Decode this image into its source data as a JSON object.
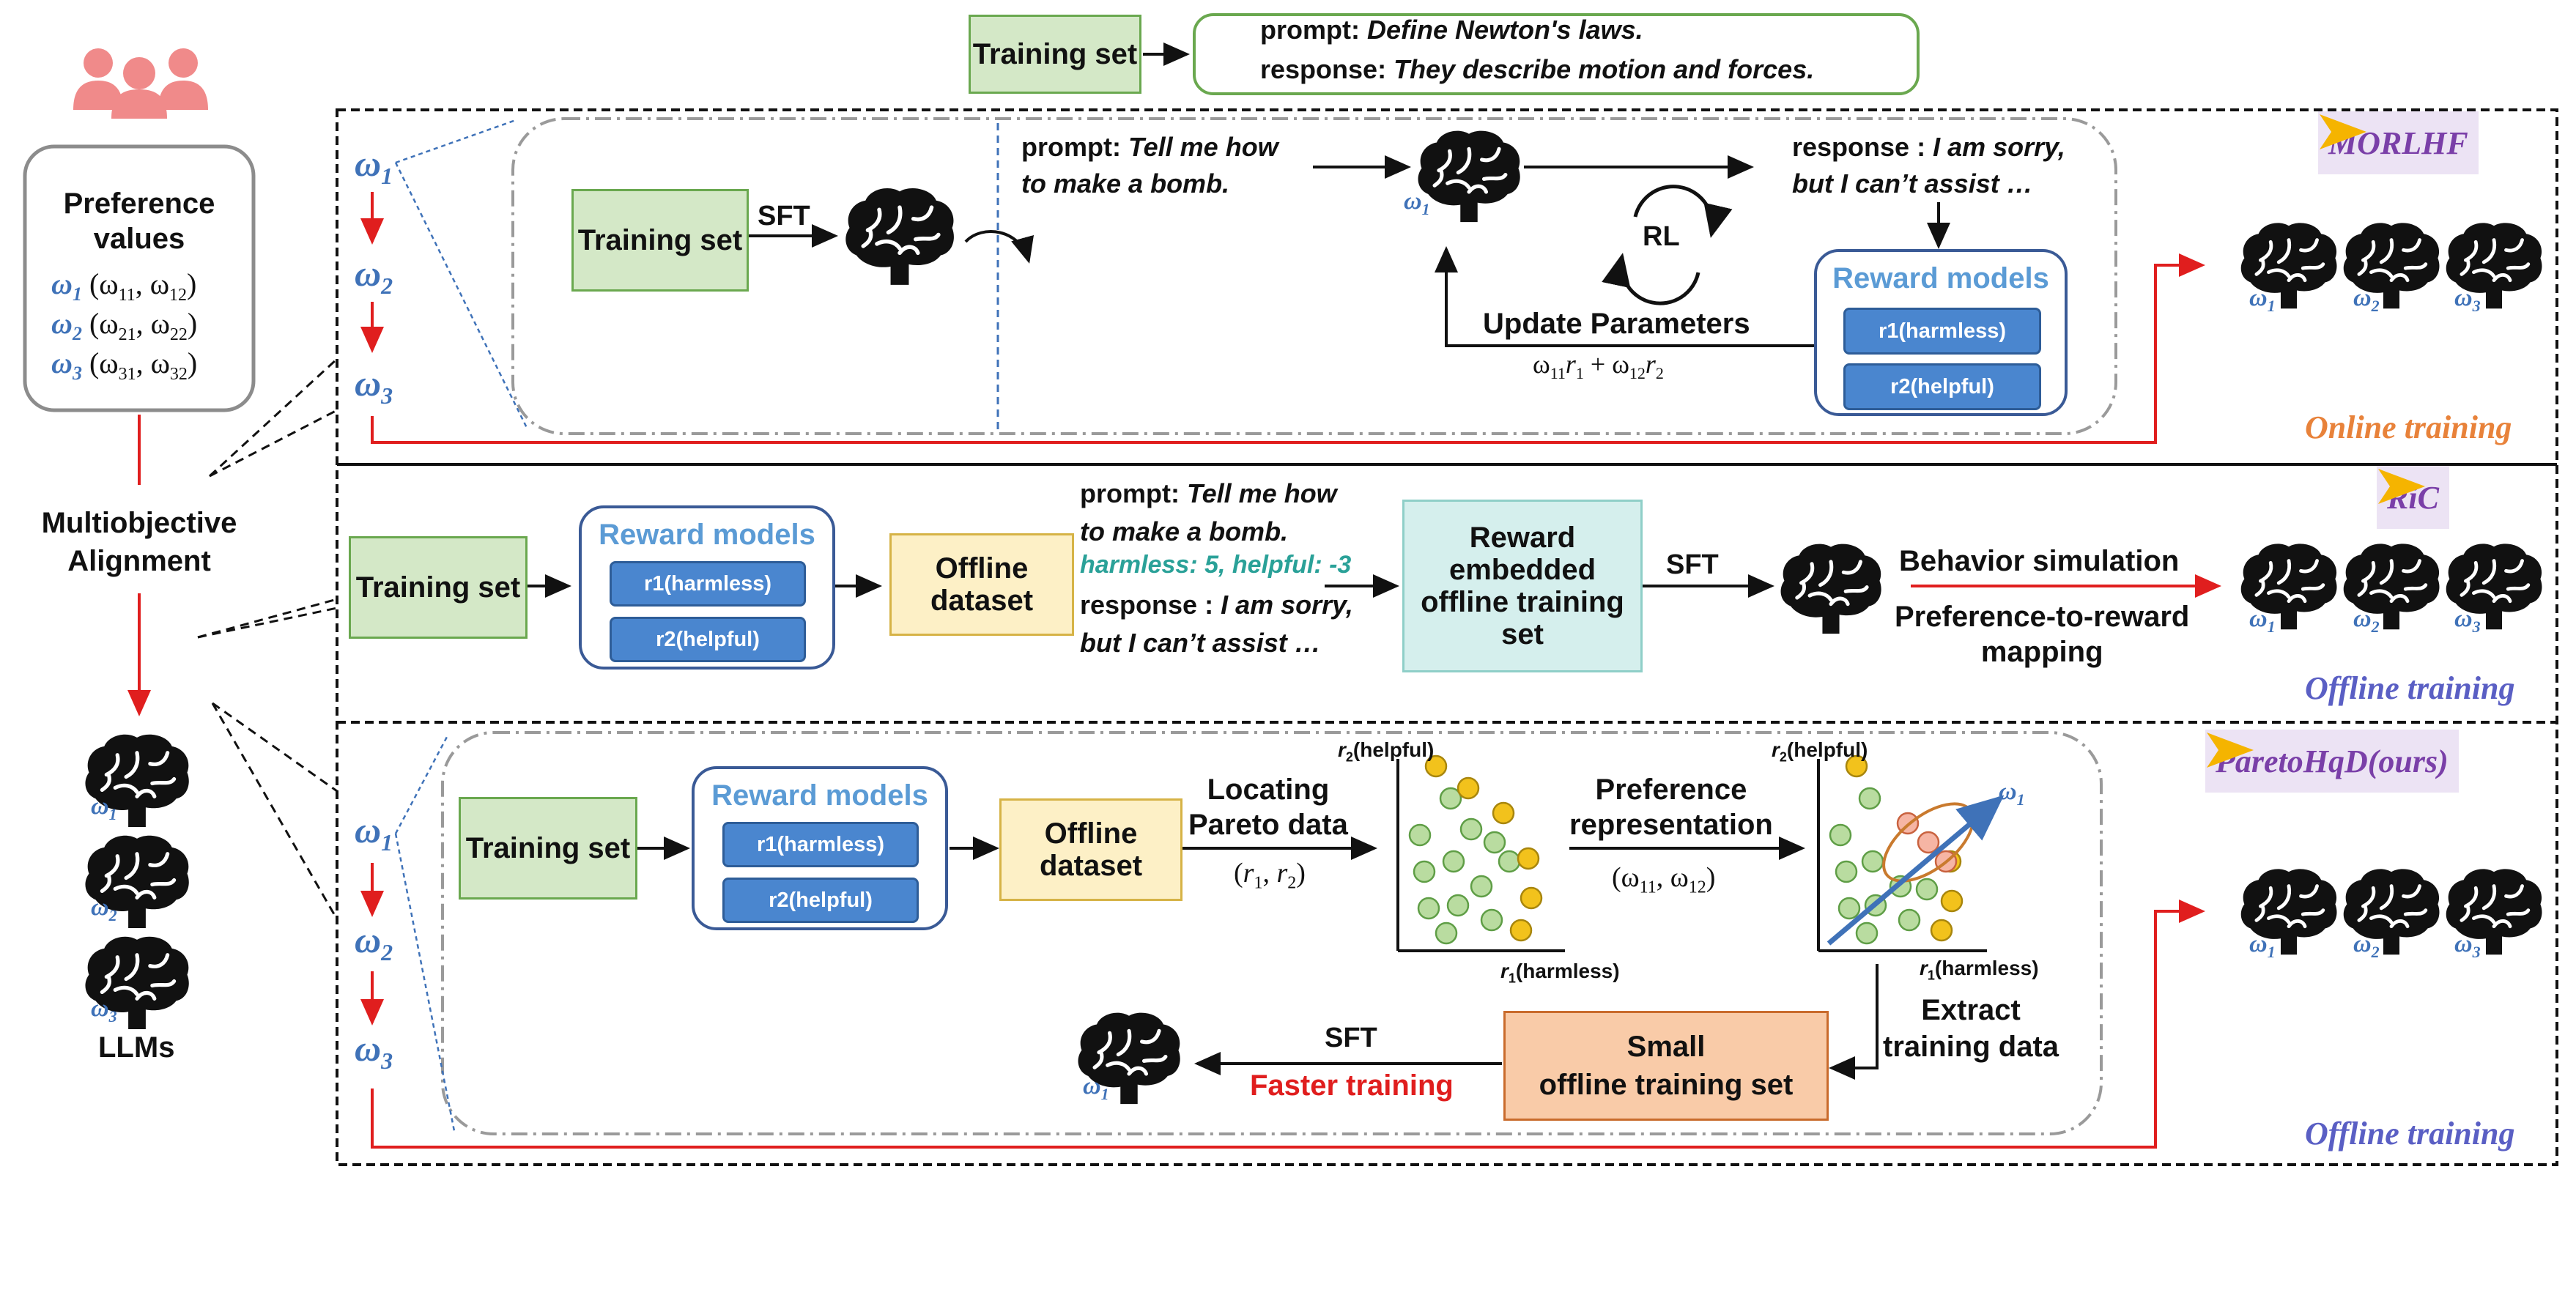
{
  "top": {
    "training_set": "Training set",
    "prompt_key": "prompt:",
    "prompt_val": "Define Newton's laws.",
    "response_key": "response:",
    "response_val": "They describe motion and forces."
  },
  "left": {
    "pref_title": "Preference values",
    "pref_rows": [
      {
        "w": "ω",
        "sub": "1",
        "pair": "(ω11, ω12)"
      },
      {
        "w": "ω",
        "sub": "2",
        "pair": "(ω21, ω22)"
      },
      {
        "w": "ω",
        "sub": "3",
        "pair": "(ω31, ω32)"
      }
    ],
    "mo_line1": "Multiobjective",
    "mo_line2": "Alignment",
    "llms": "LLMs"
  },
  "morlhf": {
    "tag": "MORLHF",
    "training_set": "Training set",
    "sft": "SFT",
    "prompt_key": "prompt:",
    "prompt_val_1": "Tell me how",
    "prompt_val_2": "to make a bomb.",
    "response_key": "response :",
    "response_val_1": "I am sorry,",
    "response_val_2": "but I can’t assist …",
    "rl": "RL",
    "update": "Update Parameters",
    "formula": "ω11r1 + ω12r2",
    "reward_models": "Reward models",
    "r1": "r1(harmless)",
    "r2": "r2(helpful)",
    "footer": "Online training"
  },
  "ric": {
    "tag": "RiC",
    "training_set": "Training set",
    "reward_models": "Reward models",
    "r1": "r1(harmless)",
    "r2": "r2(helpful)",
    "offline_dataset": "Offline dataset",
    "prompt_key": "prompt:",
    "prompt_val_1": "Tell me how",
    "prompt_val_2": "to make a bomb.",
    "scores": "harmless: 5, helpful: -3",
    "response_key": "response :",
    "response_val_1": "I am sorry,",
    "response_val_2": "but I can’t assist …",
    "embedded": "Reward embedded offline training set",
    "sft": "SFT",
    "behavior": "Behavior simulation",
    "p2r_1": "Preference-to-reward",
    "p2r_2": "mapping",
    "footer": "Offline training"
  },
  "pareto": {
    "tag": "ParetoHqD(ours)",
    "training_set": "Training set",
    "reward_models": "Reward models",
    "r1": "r1(harmless)",
    "r2": "r2(helpful)",
    "offline_dataset": "Offline dataset",
    "locating_1": "Locating",
    "locating_2": "Pareto data",
    "locating_math": "(r1, r2)",
    "pref_rep_1": "Preference",
    "pref_rep_2": "representation",
    "pref_math": "(ω11, ω12)",
    "axis_y": "r2(helpful)",
    "axis_x": "r1(harmless)",
    "extract_1": "Extract",
    "extract_2": "training data",
    "small_set_1": "Small",
    "small_set_2": "offline training set",
    "sft": "SFT",
    "faster": "Faster training",
    "footer": "Offline training"
  },
  "colors": {
    "green_fill": "#d4e8c7",
    "yellow_fill": "#fdf0c6",
    "teal_fill": "#d5efed",
    "orange_fill": "#f9cba8",
    "omega_blue": "#3f72b8",
    "reward_blue": "#4a86cf",
    "arrow_red": "#e01e1e",
    "online_orange": "#e8823a",
    "offline_blue": "#5a5fc4",
    "tag_purple": "#7a3fa8"
  },
  "icons": [
    "people-icon",
    "brain-icon",
    "cycle-icon",
    "chevron-arrow-icon"
  ]
}
